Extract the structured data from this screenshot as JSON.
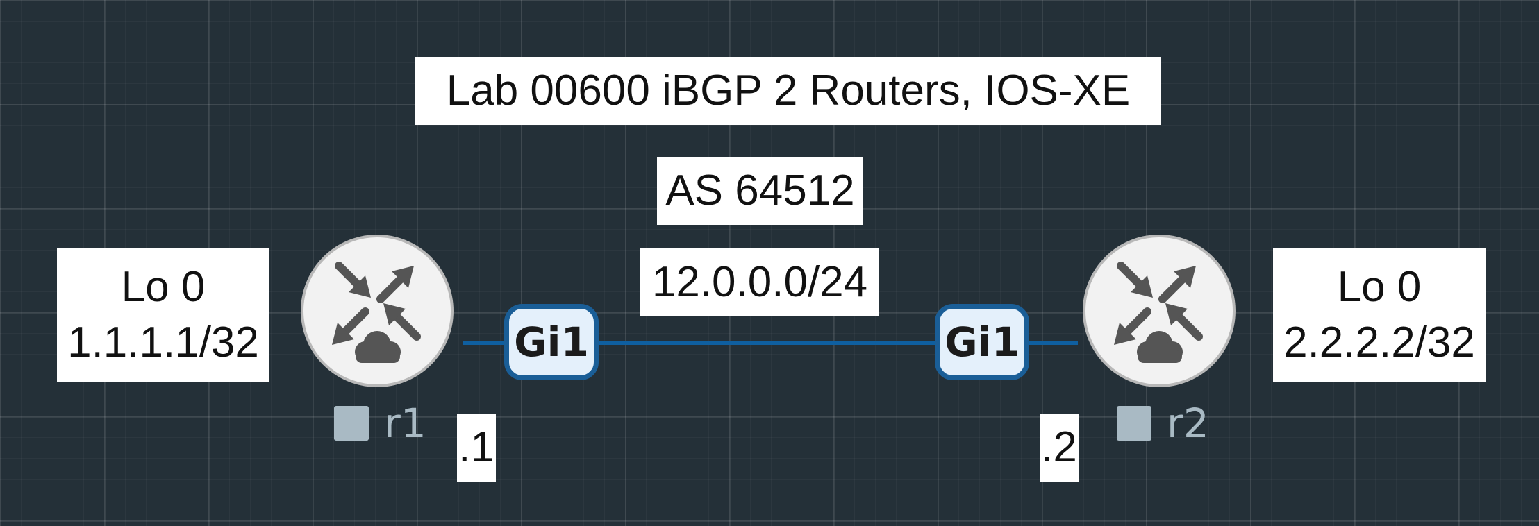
{
  "title": "Lab 00600 iBGP 2 Routers, IOS-XE",
  "as_label": "AS 64512",
  "link": {
    "subnet": "12.0.0.0/24",
    "color": "#0f5fa0"
  },
  "routers": [
    {
      "name": "r1",
      "icon": "router-icon",
      "interface": "Gi1",
      "host_octet": ".1",
      "loopback": {
        "name": "Lo 0",
        "address": "1.1.1.1/32"
      }
    },
    {
      "name": "r2",
      "icon": "router-icon",
      "interface": "Gi1",
      "host_octet": ".2",
      "loopback": {
        "name": "Lo 0",
        "address": "2.2.2.2/32"
      }
    }
  ],
  "colors": {
    "canvas_background": "#243038",
    "interface_border": "#1a5e97",
    "interface_fill": "#e4f0fb",
    "node_label": "#a9bac4",
    "router_fill": "#f2f2f2",
    "router_glyph": "#555555"
  }
}
